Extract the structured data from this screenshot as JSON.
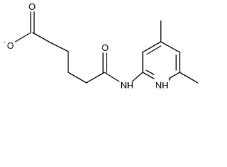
{
  "structure": {
    "colors": {
      "ink": "#000000",
      "background": "#ffffff"
    },
    "atom_labels": {
      "carboxylate_oxygen_top": "O",
      "carboxylate_oxygen_anion": "O",
      "anion_charge": "-",
      "amide_oxygen": "O",
      "amide_nitrogen": "NH",
      "pyridinium_nitrogen": "NH",
      "pyridinium_charge": "+"
    }
  }
}
